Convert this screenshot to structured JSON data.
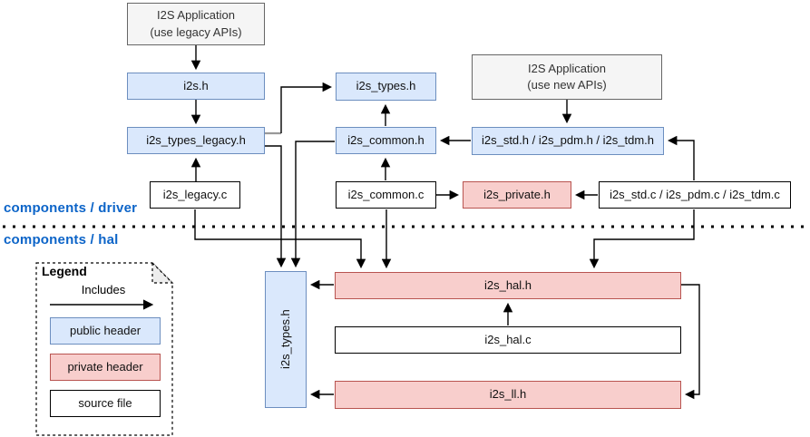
{
  "sections": {
    "driver_label": "components / driver",
    "hal_label": "components / hal"
  },
  "nodes": {
    "app_legacy": "I2S Application\n(use legacy APIs)",
    "app_new": "I2S Application\n(use new APIs)",
    "i2s_h": "i2s.h",
    "i2s_types_legacy_h": "i2s_types_legacy.h",
    "i2s_legacy_c": "i2s_legacy.c",
    "i2s_types_h_driver": "i2s_types.h",
    "i2s_common_h": "i2s_common.h",
    "i2s_common_c": "i2s_common.c",
    "i2s_std_pdm_tdm_h": "i2s_std.h / i2s_pdm.h / i2s_tdm.h",
    "i2s_private_h": "i2s_private.h",
    "i2s_std_pdm_tdm_c": "i2s_std.c / i2s_pdm.c / i2s_tdm.c",
    "i2s_types_h_hal": "i2s_types.h",
    "i2s_hal_h": "i2s_hal.h",
    "i2s_hal_c": "i2s_hal.c",
    "i2s_ll_h": "i2s_ll.h"
  },
  "legend": {
    "title": "Legend",
    "includes_label": "Includes",
    "items": [
      {
        "label": "public header",
        "type": "public-header"
      },
      {
        "label": "private header",
        "type": "private-header"
      },
      {
        "label": "source file",
        "type": "source-file"
      }
    ]
  },
  "colors": {
    "public_header_fill": "#dae8fc",
    "public_header_border": "#6c8ebf",
    "private_header_fill": "#f8cecc",
    "private_header_border": "#b85450",
    "application_fill": "#f5f5f5",
    "application_border": "#666666",
    "source_file_fill": "#ffffff",
    "section_label_text": "#0c64c8",
    "connector": "#000000"
  }
}
